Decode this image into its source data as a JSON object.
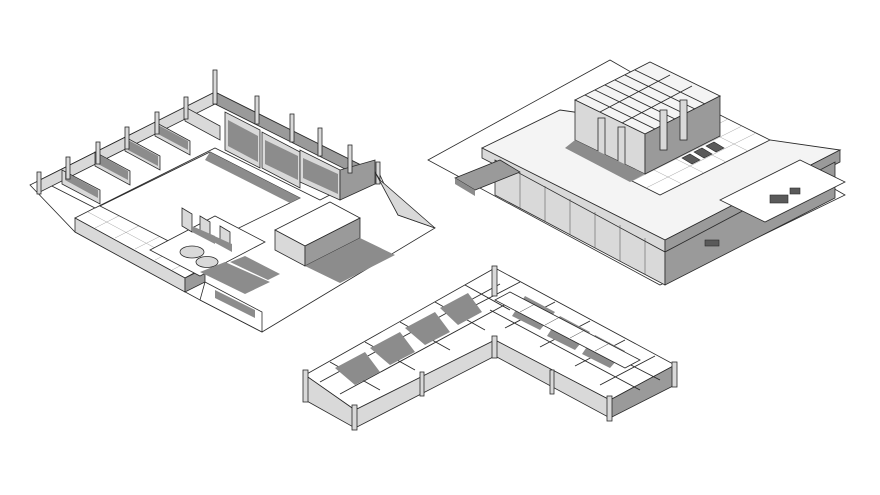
{
  "figure": {
    "views": [
      {
        "id": "view-ground-floor-axonometric"
      },
      {
        "id": "view-roof-axonometric"
      },
      {
        "id": "view-structure-axonometric"
      }
    ],
    "colors": {
      "background": "#ffffff",
      "line": "#2a2a2a",
      "light_surface": "#d9d9d9",
      "shadow": "#8c8c8c",
      "dark_surface": "#5a5a5a"
    }
  }
}
